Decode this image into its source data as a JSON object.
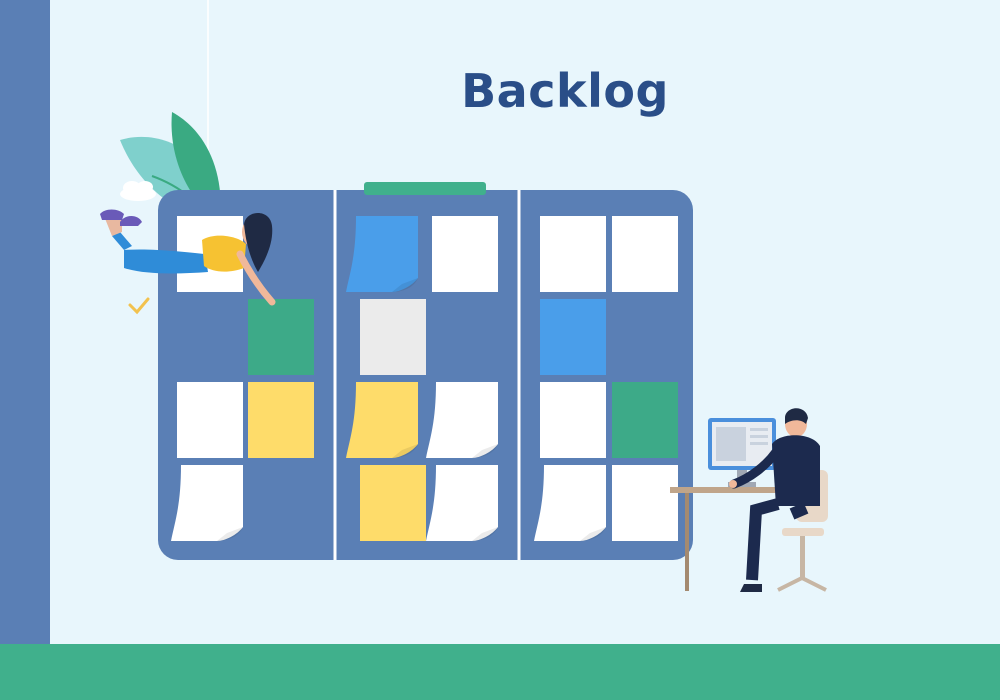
{
  "title": "Backlog",
  "colors": {
    "background": "#e8f6fc",
    "board": "#5a7fb5",
    "floor": "#40b08c",
    "title": "#2a4e88",
    "note_white": "#ffffff",
    "note_blue": "#4a9eea",
    "note_green": "#3daa88",
    "note_yellow": "#fedc6a",
    "note_gray": "#ebebeb"
  },
  "board": {
    "columns": [
      {
        "name": "column-1",
        "notes": [
          {
            "color": "white",
            "curl": false
          },
          {
            "color": "green",
            "curl": false
          },
          {
            "color": "white",
            "curl": false
          },
          {
            "color": "yellow",
            "curl": false
          },
          {
            "color": "white",
            "curl": true
          }
        ]
      },
      {
        "name": "column-2",
        "notes": [
          {
            "color": "blue",
            "curl": true
          },
          {
            "color": "white",
            "curl": false
          },
          {
            "color": "gray",
            "curl": false
          },
          {
            "color": "yellow",
            "curl": true
          },
          {
            "color": "white",
            "curl": true
          },
          {
            "color": "yellow",
            "curl": false
          },
          {
            "color": "white",
            "curl": true
          }
        ]
      },
      {
        "name": "column-3",
        "notes": [
          {
            "color": "white",
            "curl": false
          },
          {
            "color": "white",
            "curl": false
          },
          {
            "color": "blue",
            "curl": false
          },
          {
            "color": "white",
            "curl": false
          },
          {
            "color": "green",
            "curl": false
          },
          {
            "color": "white",
            "curl": true
          },
          {
            "color": "white",
            "curl": false
          }
        ]
      }
    ]
  },
  "icons": [
    "leaf-icon",
    "cloud-icon",
    "checkmark-icon",
    "computer-monitor-icon",
    "office-chair-icon"
  ]
}
